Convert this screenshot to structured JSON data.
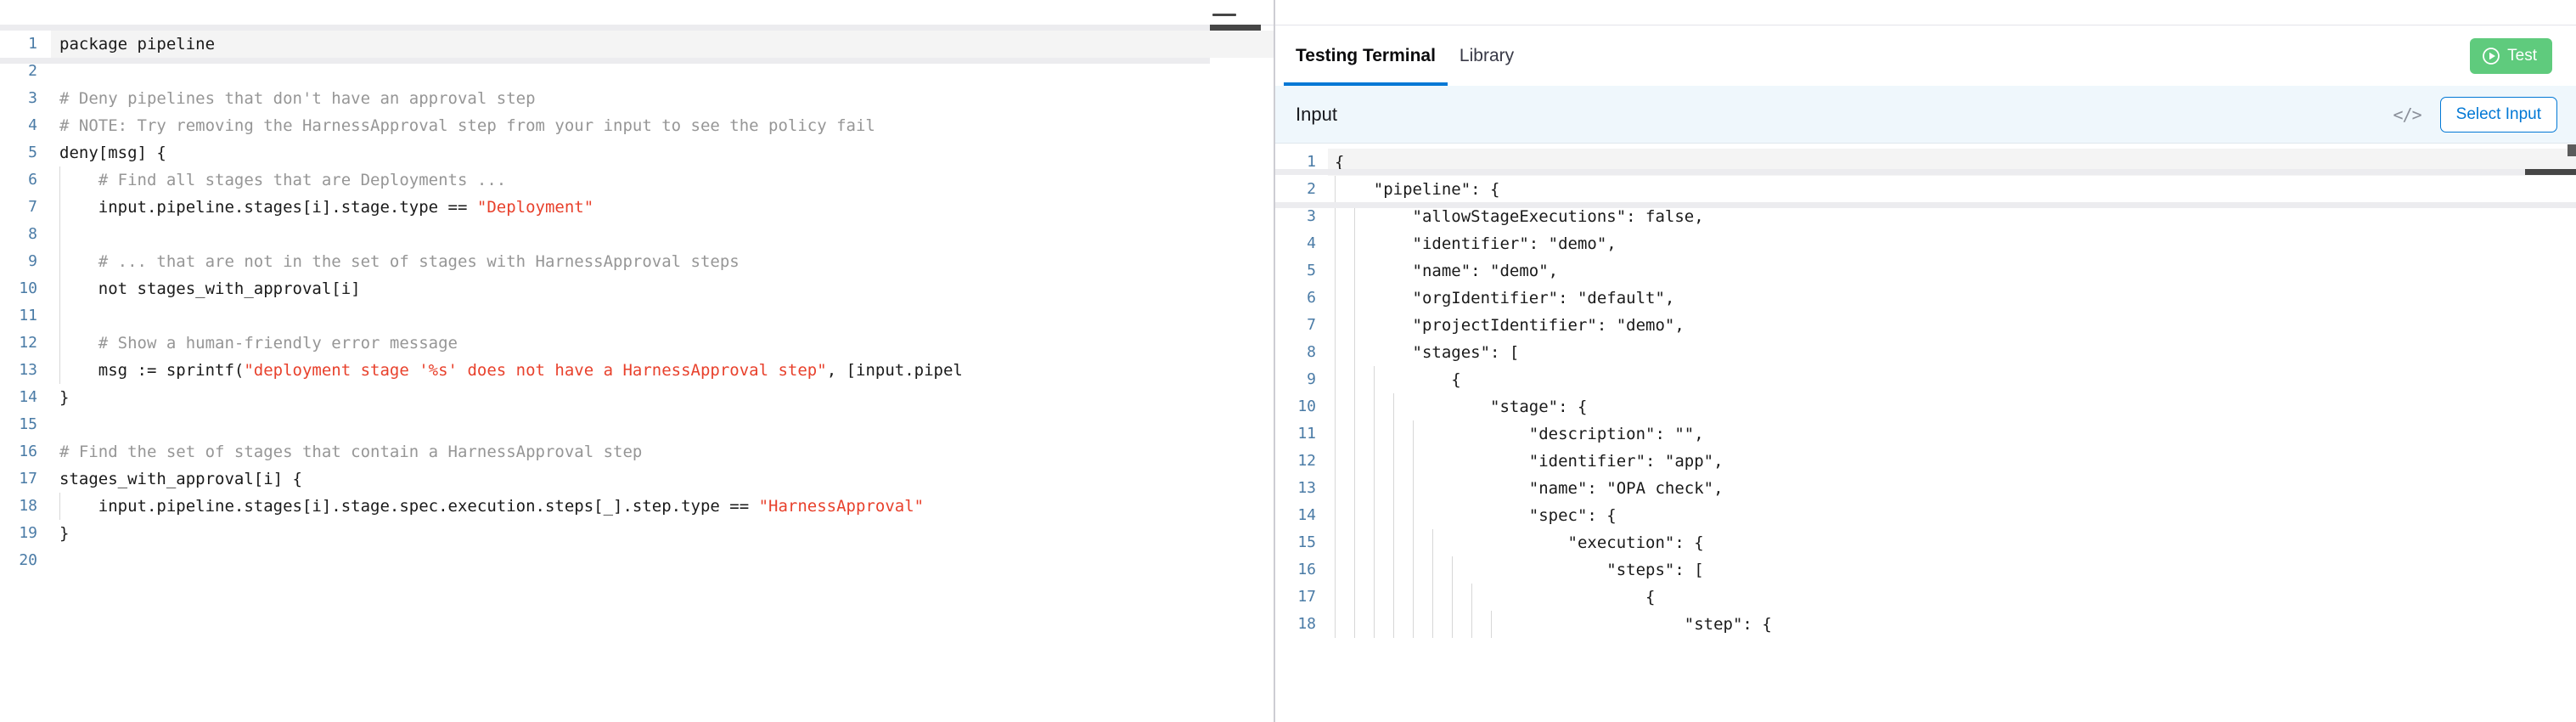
{
  "policy_editor": {
    "name": "policy-code-editor",
    "minimize_icon": "minimize-icon",
    "language": "rego",
    "total_lines": 20,
    "lines": [
      {
        "n": 1,
        "indent": 0,
        "tokens": [
          {
            "t": "plain",
            "s": "package pipeline"
          }
        ]
      },
      {
        "n": 2,
        "indent": 0,
        "tokens": [
          {
            "t": "plain",
            "s": ""
          }
        ]
      },
      {
        "n": 3,
        "indent": 0,
        "tokens": [
          {
            "t": "comment",
            "s": "# Deny pipelines that don't have an approval step"
          }
        ]
      },
      {
        "n": 4,
        "indent": 0,
        "tokens": [
          {
            "t": "comment",
            "s": "# NOTE: Try removing the HarnessApproval step from your input to see the policy fail"
          }
        ]
      },
      {
        "n": 5,
        "indent": 0,
        "tokens": [
          {
            "t": "plain",
            "s": "deny[msg] {"
          }
        ]
      },
      {
        "n": 6,
        "indent": 1,
        "tokens": [
          {
            "t": "comment",
            "s": "    # Find all stages that are Deployments ..."
          }
        ]
      },
      {
        "n": 7,
        "indent": 1,
        "tokens": [
          {
            "t": "plain",
            "s": "    input.pipeline.stages[i].stage.type == "
          },
          {
            "t": "string",
            "s": "\"Deployment\""
          }
        ]
      },
      {
        "n": 8,
        "indent": 1,
        "tokens": [
          {
            "t": "plain",
            "s": ""
          }
        ]
      },
      {
        "n": 9,
        "indent": 1,
        "tokens": [
          {
            "t": "comment",
            "s": "    # ... that are not in the set of stages with HarnessApproval steps"
          }
        ]
      },
      {
        "n": 10,
        "indent": 1,
        "tokens": [
          {
            "t": "plain",
            "s": "    not stages_with_approval[i]"
          }
        ]
      },
      {
        "n": 11,
        "indent": 1,
        "tokens": [
          {
            "t": "plain",
            "s": ""
          }
        ]
      },
      {
        "n": 12,
        "indent": 1,
        "tokens": [
          {
            "t": "comment",
            "s": "    # Show a human-friendly error message"
          }
        ]
      },
      {
        "n": 13,
        "indent": 1,
        "tokens": [
          {
            "t": "plain",
            "s": "    msg := sprintf("
          },
          {
            "t": "string",
            "s": "\"deployment stage '%s' does not have a HarnessApproval step\""
          },
          {
            "t": "plain",
            "s": ", [input.pipel"
          }
        ]
      },
      {
        "n": 14,
        "indent": 0,
        "tokens": [
          {
            "t": "plain",
            "s": "}"
          }
        ]
      },
      {
        "n": 15,
        "indent": 0,
        "tokens": [
          {
            "t": "plain",
            "s": ""
          }
        ]
      },
      {
        "n": 16,
        "indent": 0,
        "tokens": [
          {
            "t": "comment",
            "s": "# Find the set of stages that contain a HarnessApproval step"
          }
        ]
      },
      {
        "n": 17,
        "indent": 0,
        "tokens": [
          {
            "t": "plain",
            "s": "stages_with_approval[i] {"
          }
        ]
      },
      {
        "n": 18,
        "indent": 1,
        "tokens": [
          {
            "t": "plain",
            "s": "    input.pipeline.stages[i].stage.spec.execution.steps[_].step.type == "
          },
          {
            "t": "string",
            "s": "\"HarnessApproval\""
          }
        ]
      },
      {
        "n": 19,
        "indent": 0,
        "tokens": [
          {
            "t": "plain",
            "s": "}"
          }
        ]
      },
      {
        "n": 20,
        "indent": 0,
        "tokens": [
          {
            "t": "plain",
            "s": ""
          }
        ]
      }
    ]
  },
  "terminal": {
    "tabs": [
      {
        "label": "Testing Terminal",
        "active": true
      },
      {
        "label": "Library",
        "active": false
      }
    ],
    "test_button": {
      "label": "Test",
      "icon": "play-circle-icon",
      "color": "#5fcb7d"
    },
    "input_panel": {
      "title": "Input",
      "code_toggle_icon": "code-brackets-icon",
      "code_toggle_glyph": "</>",
      "select_input_label": "Select Input",
      "accent_color": "#0278d5",
      "background_color": "#eff7fc"
    },
    "json_editor": {
      "name": "input-json-editor",
      "total_visible_lines": 18,
      "lines": [
        {
          "n": 1,
          "indent": 0,
          "text": "{"
        },
        {
          "n": 2,
          "indent": 1,
          "text": "    \"pipeline\": {"
        },
        {
          "n": 3,
          "indent": 2,
          "text": "        \"allowStageExecutions\": false,"
        },
        {
          "n": 4,
          "indent": 2,
          "text": "        \"identifier\": \"demo\","
        },
        {
          "n": 5,
          "indent": 2,
          "text": "        \"name\": \"demo\","
        },
        {
          "n": 6,
          "indent": 2,
          "text": "        \"orgIdentifier\": \"default\","
        },
        {
          "n": 7,
          "indent": 2,
          "text": "        \"projectIdentifier\": \"demo\","
        },
        {
          "n": 8,
          "indent": 2,
          "text": "        \"stages\": ["
        },
        {
          "n": 9,
          "indent": 3,
          "text": "            {"
        },
        {
          "n": 10,
          "indent": 4,
          "text": "                \"stage\": {"
        },
        {
          "n": 11,
          "indent": 5,
          "text": "                    \"description\": \"\","
        },
        {
          "n": 12,
          "indent": 5,
          "text": "                    \"identifier\": \"app\","
        },
        {
          "n": 13,
          "indent": 5,
          "text": "                    \"name\": \"OPA check\","
        },
        {
          "n": 14,
          "indent": 5,
          "text": "                    \"spec\": {"
        },
        {
          "n": 15,
          "indent": 6,
          "text": "                        \"execution\": {"
        },
        {
          "n": 16,
          "indent": 7,
          "text": "                            \"steps\": ["
        },
        {
          "n": 17,
          "indent": 8,
          "text": "                                {"
        },
        {
          "n": 18,
          "indent": 9,
          "text": "                                    \"step\": {"
        }
      ]
    }
  }
}
